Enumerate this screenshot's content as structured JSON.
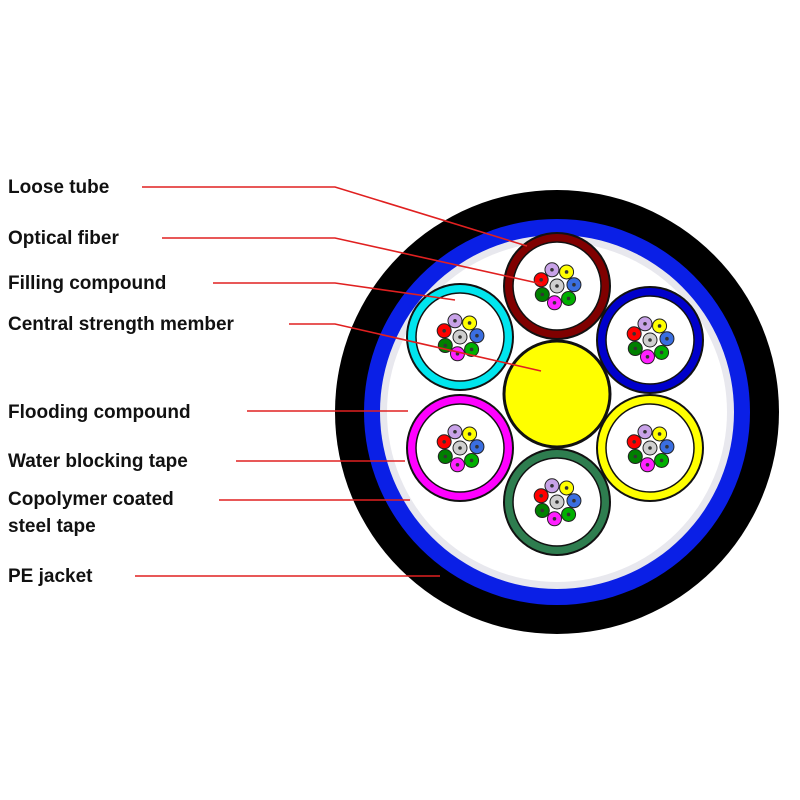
{
  "labels": {
    "loose_tube": "Loose tube",
    "optical_fiber": "Optical fiber",
    "filling_compound": "Filling compound",
    "central_strength_member": "Central strength member",
    "flooding_compound": "Flooding compound",
    "water_blocking_tape": "Water blocking tape",
    "copolymer_line1": "Copolymer coated",
    "copolymer_line2": "steel tape",
    "pe_jacket": "PE jacket"
  },
  "colors": {
    "pe_jacket": "#000000",
    "steel_tape": "#0a1fe6",
    "water_tape": "#e8e8ee",
    "flooding_compound": "#ffffff",
    "central_member": "#ffff00",
    "leader_line": "#e02020",
    "tube_colors": [
      "#800000",
      "#0000cc",
      "#ffff00",
      "#2e7d4f",
      "#ff00ff",
      "#00e5ee"
    ],
    "fiber_colors": [
      "#c8a2e8",
      "#ffff00",
      "#3a6ee0",
      "#00b000",
      "#ff20ff",
      "#008000",
      "#ff0000",
      "#cfcfcf"
    ]
  }
}
